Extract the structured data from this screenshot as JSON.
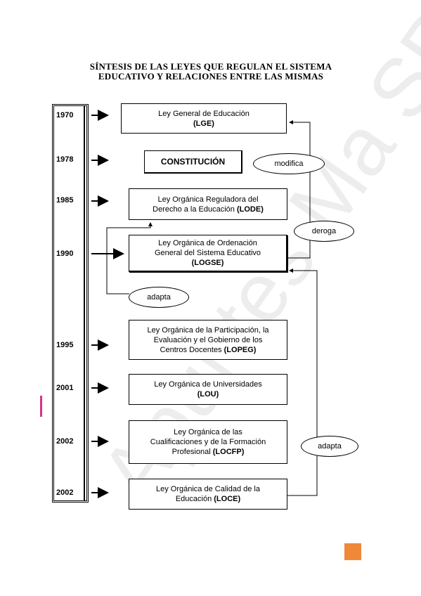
{
  "title": {
    "line1": "SÍNTESIS DE LAS LEYES QUE REGULAN EL SISTEMA",
    "line2": "EDUCATIVO Y RELACIONES ENTRE LAS MISMAS"
  },
  "watermark": "Apuntes Ma SB",
  "years": [
    "1970",
    "1978",
    "1985",
    "1990",
    "1995",
    "2001",
    "2002",
    "2002"
  ],
  "laws": {
    "lge": {
      "name": "Ley General de Educación",
      "abbr": "(LGE)"
    },
    "constitucion": {
      "name": "CONSTITUCIÓN"
    },
    "lode": {
      "name_line1": "Ley Orgánica Reguladora del",
      "name_line2": "Derecho a la Educación",
      "abbr": "(LODE)"
    },
    "logse": {
      "name_line1": "Ley Orgánica de Ordenación",
      "name_line2": "General del Sistema Educativo",
      "abbr": "(LOGSE)"
    },
    "lopeg": {
      "name_line1": "Ley Orgánica de la Participación, la",
      "name_line2": "Evaluación y el Gobierno de los",
      "name_line3": "Centros Docentes",
      "abbr": "(LOPEG)"
    },
    "lou": {
      "name": "Ley Orgánica de Universidades",
      "abbr": "(LOU)"
    },
    "locfp": {
      "name_line1": "Ley Orgánica de las",
      "name_line2": "Cualificaciones y de la Formación",
      "name_line3": "Profesional",
      "abbr": "(LOCFP)"
    },
    "loce": {
      "name_line1": "Ley Orgánica de Calidad de la",
      "name_line2": "Educación",
      "abbr": "(LOCE)"
    }
  },
  "relations": {
    "modifica": "modifica",
    "deroga": "deroga",
    "adapta_1": "adapta",
    "adapta_2": "adapta"
  },
  "colors": {
    "accent_orange": "#f0883a",
    "accent_pink": "#d6338a"
  }
}
